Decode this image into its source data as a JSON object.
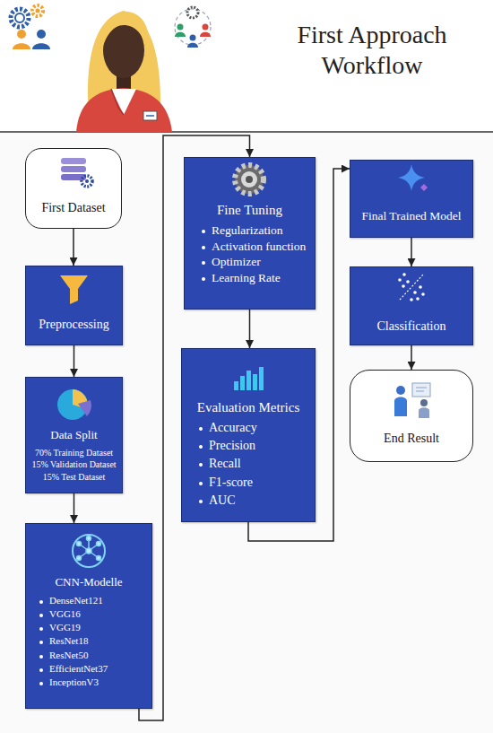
{
  "diagram": {
    "title": "First Approach Workflow",
    "nodes": [
      {
        "text": [
          "First Dataset"
        ]
      },
      {
        "text": [
          "Preprocessing"
        ]
      },
      {
        "text": [
          "Data Split",
          "70% Training Dataset",
          "15% Validation Dataset",
          "15% Test Dataset"
        ]
      },
      {
        "text": [
          "CNN-Modelle",
          "DenseNet121",
          "VGG16",
          "VGG19",
          "ResNet18",
          "ResNet50",
          "EfficientNet37",
          "InceptionV3"
        ]
      },
      {
        "text": [
          "Fine Tuning",
          "Regularization",
          "Activation function",
          "Optimizer",
          "Learning Rate"
        ]
      },
      {
        "text": [
          "Evaluation Metrics",
          "Accuracy",
          "Precision",
          "Recall",
          "F1-score",
          "AUC"
        ]
      },
      {
        "text": [
          "Final Trained Model"
        ]
      },
      {
        "text": [
          "Classification"
        ]
      },
      {
        "text": [
          "End Result"
        ]
      }
    ],
    "edges": [
      {
        "from": 0,
        "to": 1,
        "arrow": "to"
      },
      {
        "from": 1,
        "to": 2,
        "arrow": "to"
      },
      {
        "from": 2,
        "to": 3,
        "arrow": "to"
      },
      {
        "from": 3,
        "to": 4,
        "arrow": "to"
      },
      {
        "from": 4,
        "to": 5,
        "arrow": "to"
      },
      {
        "from": 5,
        "to": 6,
        "arrow": "to"
      },
      {
        "from": 6,
        "to": 7,
        "arrow": "to"
      },
      {
        "from": 7,
        "to": 8,
        "arrow": "to"
      }
    ]
  }
}
